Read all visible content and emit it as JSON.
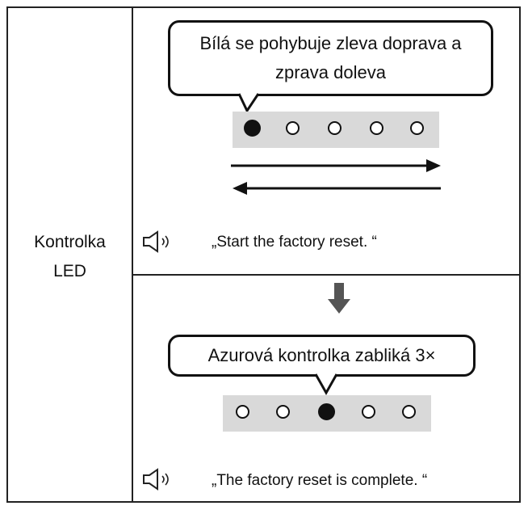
{
  "left_label": {
    "line1": "Kontrolka",
    "line2": "LED"
  },
  "step1": {
    "bubble_line1": "Bílá se pohybuje zleva doprava a",
    "bubble_line2": "zprava doleva",
    "leds": [
      "on",
      "off",
      "off",
      "off",
      "off"
    ],
    "speech": "„Start the factory reset. “"
  },
  "step2": {
    "bubble": "Azurová kontrolka zabliká 3×",
    "leds": [
      "off",
      "off",
      "on",
      "off",
      "off"
    ],
    "speech": "„The factory reset is complete. “"
  },
  "icons": {
    "speaker": "speaker-icon",
    "arrow_right": "arrow-right-icon",
    "arrow_left": "arrow-left-icon",
    "arrow_down": "arrow-down-icon"
  }
}
